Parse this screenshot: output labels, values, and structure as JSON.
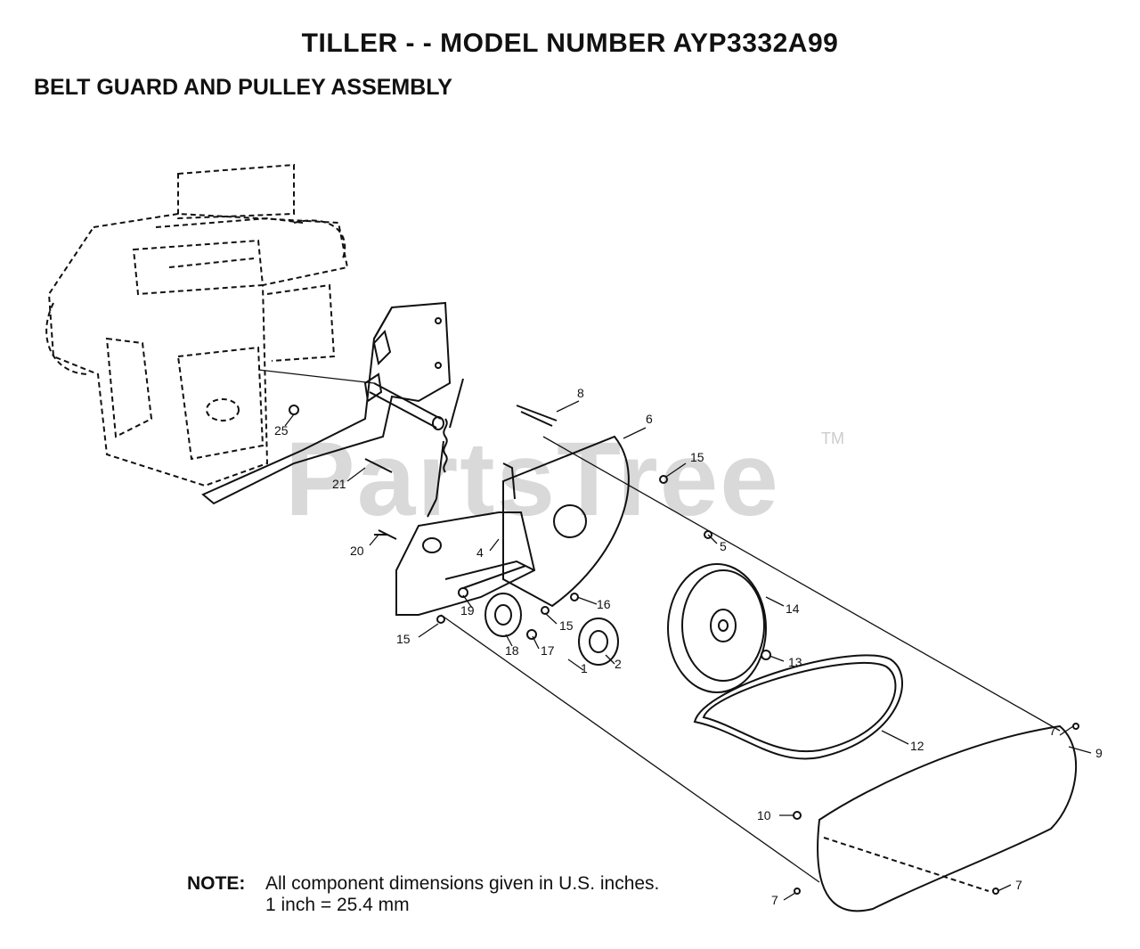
{
  "header": {
    "title": "TILLER - - MODEL NUMBER AYP3332A99",
    "subtitle": "BELT GUARD AND PULLEY ASSEMBLY"
  },
  "watermark": {
    "text": "PartsTree",
    "tm": "TM"
  },
  "note": {
    "label": "NOTE:",
    "line1": "All component dimensions given in U.S. inches.",
    "line2": "1 inch = 25.4 mm"
  },
  "callouts": [
    "1",
    "2",
    "4",
    "5",
    "6",
    "7",
    "7",
    "7",
    "8",
    "9",
    "10",
    "12",
    "13",
    "14",
    "15",
    "15",
    "15",
    "16",
    "17",
    "18",
    "19",
    "20",
    "21",
    "25"
  ]
}
